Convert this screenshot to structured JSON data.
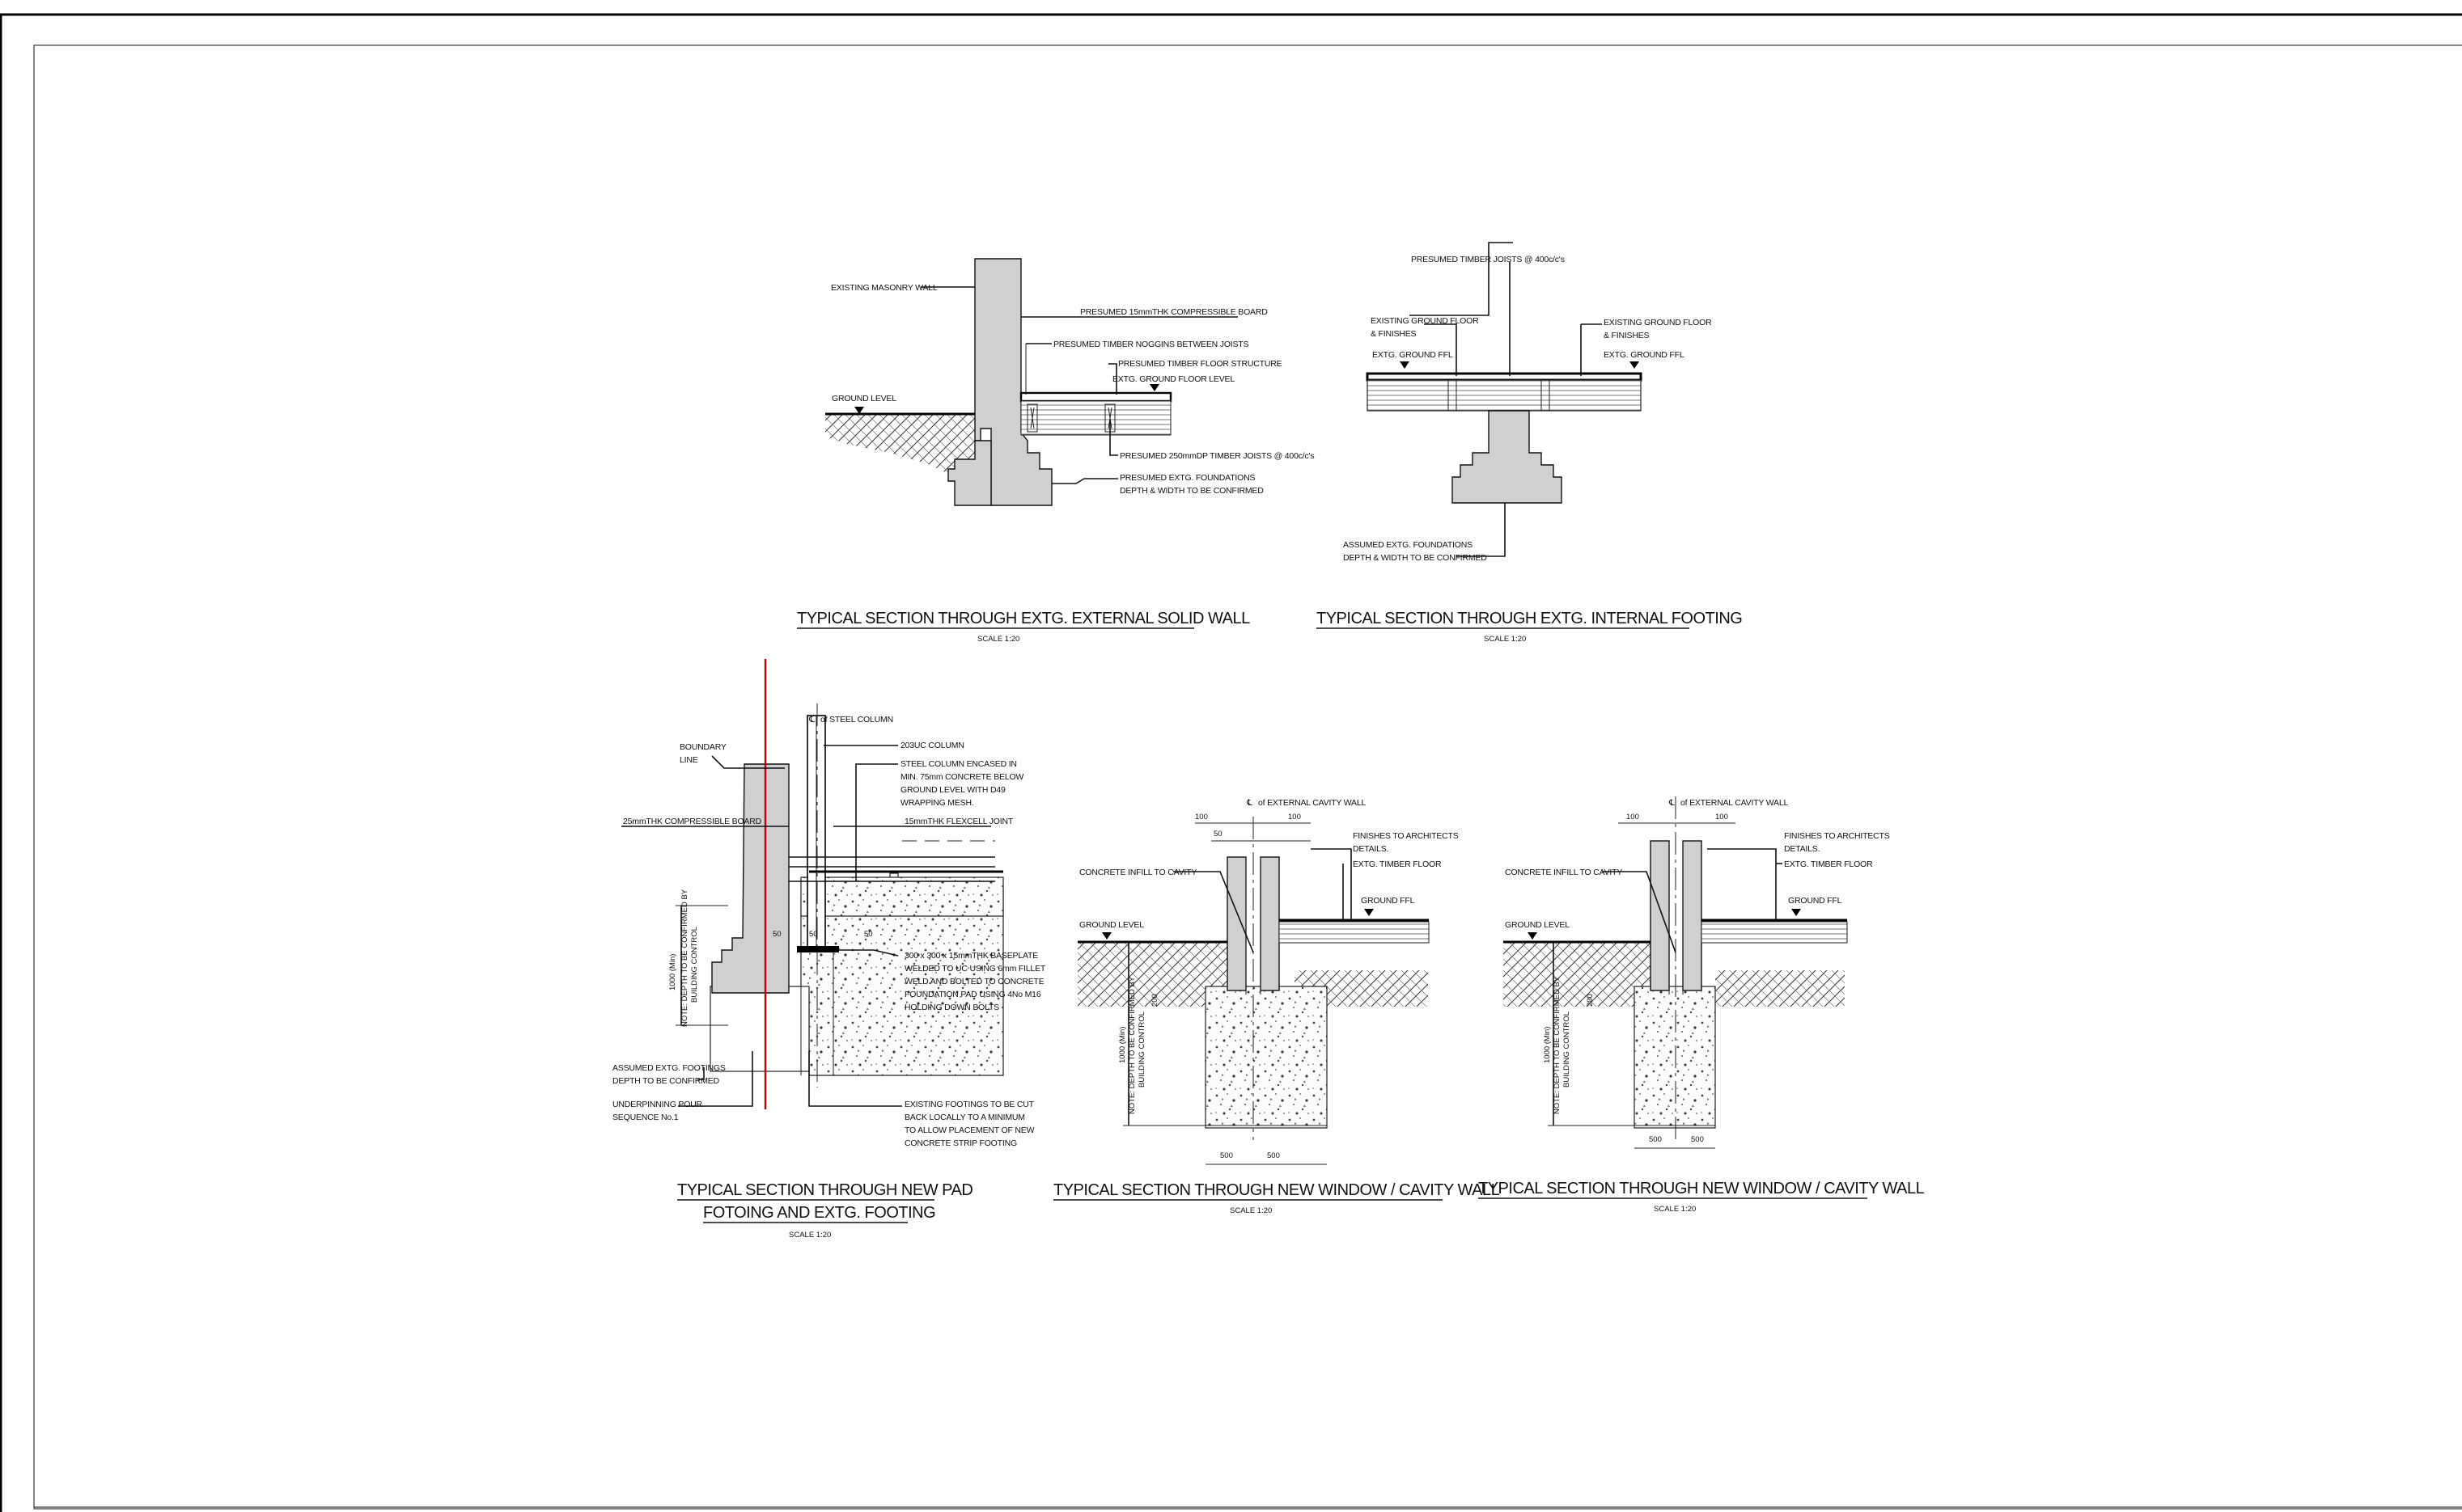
{
  "sheet": {
    "border_color": "#000000",
    "accent_red": "#d00000"
  },
  "detail_1": {
    "title": "TYPICAL SECTION THROUGH EXTG. EXTERNAL SOLID WALL",
    "scale": "SCALE 1:20",
    "labels": {
      "masonry": "EXISTING MASONRY WALL",
      "board": "PRESUMED 15mmTHK COMPRESSIBLE BOARD",
      "noggins": "PRESUMED TIMBER NOGGINS BETWEEN JOISTS",
      "floor_structure": "PRESUMED TIMBER FLOOR STRUCTURE",
      "floor_level": "EXTG. GROUND FLOOR LEVEL",
      "ground_level": "GROUND LEVEL",
      "joists": "PRESUMED 250mmDP TIMBER JOISTS @ 400c/c's",
      "foundations_1": "PRESUMED EXTG. FOUNDATIONS",
      "foundations_2": "DEPTH & WIDTH TO BE CONFIRMED"
    }
  },
  "detail_2": {
    "title": "TYPICAL SECTION THROUGH EXTG. INTERNAL FOOTING",
    "scale": "SCALE 1:20",
    "labels": {
      "joists": "PRESUMED TIMBER JOISTS @ 400c/c's",
      "floor_left_1": "EXISTING GROUND FLOOR",
      "floor_left_2": "& FINISHES",
      "floor_right_1": "EXISTING GROUND FLOOR",
      "floor_right_2": "& FINISHES",
      "ffl_left": "EXTG. GROUND FFL",
      "ffl_right": "EXTG. GROUND FFL",
      "foundations_1": "ASSUMED EXTG. FOUNDATIONS",
      "foundations_2": "DEPTH & WIDTH TO BE CONFIRMED"
    }
  },
  "detail_3": {
    "title_line_1": "TYPICAL SECTION THROUGH NEW PAD",
    "title_line_2": "FOTOING AND EXTG. FOOTING",
    "scale": "SCALE 1:20",
    "labels": {
      "centreline": "of STEEL COLUMN",
      "boundary_1": "BOUNDARY",
      "boundary_2": "LINE",
      "uc": "203UC COLUMN",
      "encased_1": "STEEL COLUMN ENCASED IN",
      "encased_2": "MIN. 75mm CONCRETE BELOW",
      "encased_3": "GROUND LEVEL WITH D49",
      "encased_4": "WRAPPING MESH.",
      "board": "25mmTHK COMPRESSIBLE BOARD",
      "flexcell": "15mmTHK FLEXCELL JOINT",
      "note_1": "NOTE: DEPTH TO BE CONFIRMED BY",
      "note_2": "BUILDING CONTROL",
      "depth": "1000 (Min)",
      "baseplate_1": "300 x 300 x 15mmTHK BASEPLATE",
      "baseplate_2": "WELDED TO UC USING 6mm FILLET",
      "baseplate_3": "WELD AND BOLTED TO CONCRETE",
      "baseplate_4": "FOUNDATION PAD USING 4No M16",
      "baseplate_5": "HOLDING DOWN BOLTS",
      "dim_50a": "50",
      "dim_50b": "50",
      "dim_50c": "50",
      "extg_foot_1": "ASSUMED EXTG. FOOTINGS",
      "extg_foot_2": "DEPTH TO BE CONFIRMED",
      "underpin_1": "UNDERPINNING POUR",
      "underpin_2": "SEQUENCE No.1",
      "cut_1": "EXISTING FOOTINGS TO BE CUT",
      "cut_2": "BACK LOCALLY TO A MINIMUM",
      "cut_3": "TO ALLOW PLACEMENT OF NEW",
      "cut_4": "CONCRETE STRIP FOOTING"
    }
  },
  "detail_4": {
    "title": "TYPICAL SECTION THROUGH NEW WINDOW / CAVITY WALL",
    "scale": "SCALE 1:20",
    "labels": {
      "centreline": "of EXTERNAL CAVITY WALL",
      "dim_100a": "100",
      "dim_100b": "100",
      "dim_50": "50",
      "finishes_1": "FINISHES TO ARCHITECTS",
      "finishes_2": "DETAILS.",
      "timber_floor": "EXTG. TIMBER FLOOR",
      "infill": "CONCRETE INFILL TO CAVITY",
      "ffl": "GROUND FFL",
      "ground_level": "GROUND LEVEL",
      "dim_200": "200",
      "depth": "1000 (Min)",
      "note_1": "NOTE: DEPTH TO BE CONFIRMED BY",
      "note_2": "BUILDING CONTROL",
      "dim_500a": "500",
      "dim_500b": "500"
    }
  },
  "detail_5": {
    "title": "TYPICAL SECTION THROUGH NEW WINDOW / CAVITY WALL",
    "scale": "SCALE 1:20",
    "labels": {
      "centreline": "of EXTERNAL CAVITY WALL",
      "dim_100a": "100",
      "dim_100b": "100",
      "finishes_1": "FINISHES TO ARCHITECTS",
      "finishes_2": "DETAILS.",
      "timber_floor": "EXTG. TIMBER FLOOR",
      "infill": "CONCRETE INFILL TO CAVITY",
      "ffl": "GROUND FFL",
      "ground_level": "GROUND LEVEL",
      "dim_200": "200",
      "depth": "1000 (Min)",
      "note_1": "NOTE: DEPTH TO BE CONFIRMED BY",
      "note_2": "BUILDING CONTROL",
      "dim_500a": "500",
      "dim_500b": "500"
    }
  }
}
